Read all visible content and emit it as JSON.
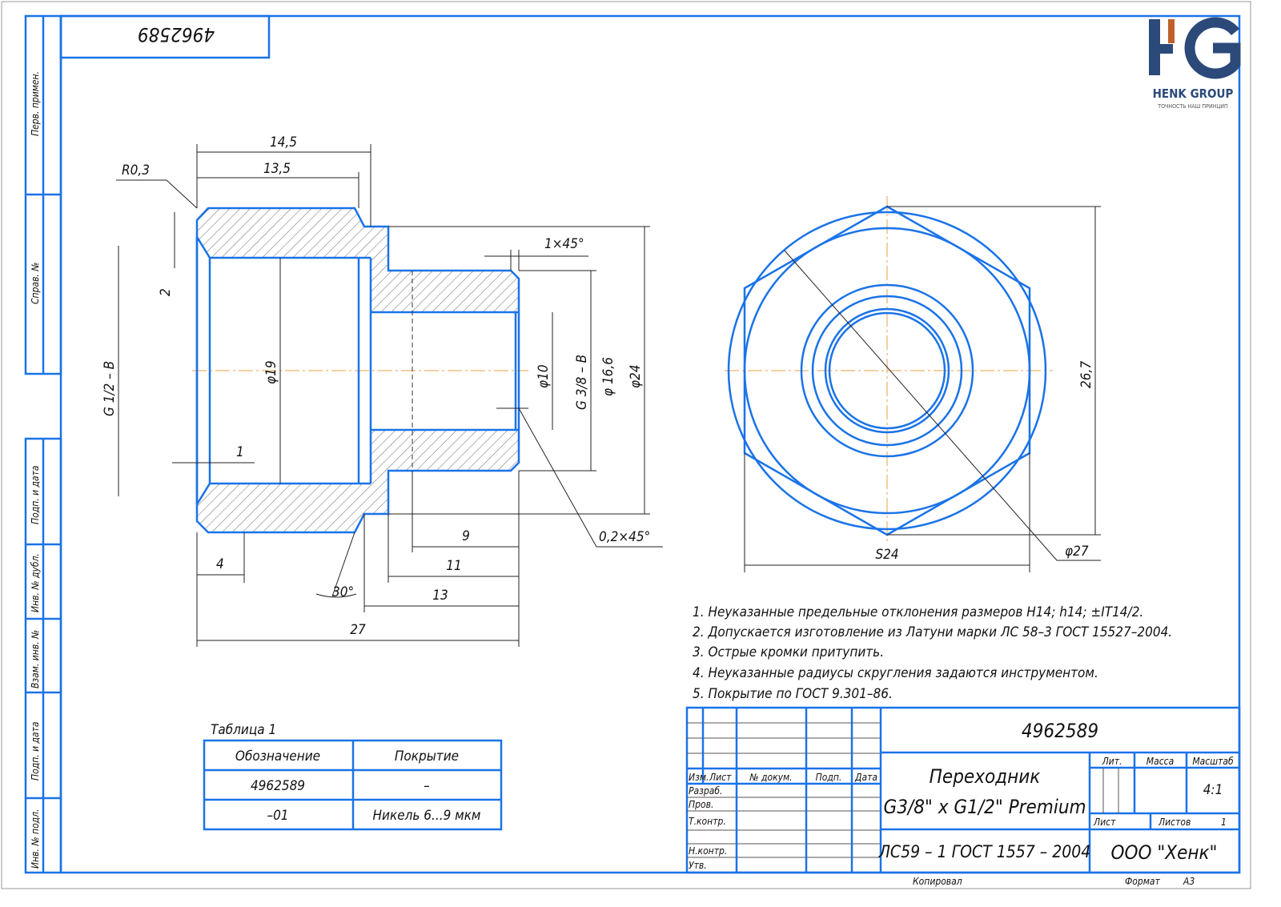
{
  "stamp_number": "4962589",
  "logo": {
    "brand": "HENK GROUP",
    "tagline": "ТОЧНОСТЬ НАШ ПРИНЦИП",
    "colors": {
      "dark": "#2b4a7a",
      "accent": "#c0612b"
    }
  },
  "side_strip": [
    "Перв. примен.",
    "Справ. №",
    "Подп. и дата",
    "Инв. № дубл.",
    "Взам. инв. №",
    "Подп. и дата",
    "Инв. № подл."
  ],
  "dimensions": {
    "d14_5": "14,5",
    "d13_5": "13,5",
    "r03": "R0,3",
    "d2": "2",
    "g12": "G 1/2 – B",
    "phi19": "φ19",
    "d1": "1",
    "d4": "4",
    "d27": "27",
    "d13": "13",
    "d11": "11",
    "d9": "9",
    "a30": "30°",
    "ch1": "1×45°",
    "ch02": "0,2×45°",
    "phi10": "φ10",
    "g38": "G 3/8 – B",
    "phi166": "φ 16,6",
    "phi24": "φ24",
    "d267": "26,7",
    "s24": "S24",
    "phi27": "φ27"
  },
  "notes": [
    "1. Неуказанные предельные отклонения размеров H14; h14; ±IT14/2.",
    "2. Допускается изготовление из Латуни марки ЛС 58–3 ГОСТ 15527–2004.",
    "3. Острые кромки притупить.",
    "4. Неуказанные радиусы скругления задаются инструментом.",
    "5. Покрытие по ГОСТ 9.301–86."
  ],
  "table": {
    "title": "Таблица 1",
    "headers": [
      "Обозначение",
      "Покрытие"
    ],
    "rows": [
      [
        "4962589",
        "–"
      ],
      [
        "–01",
        "Никель 6...9 мкм"
      ]
    ]
  },
  "title_block": {
    "designation": "4962589",
    "name_line1": "Переходник",
    "name_line2": "G3/8\" x G1/2\" Premium",
    "material": "ЛС59 – 1 ГОСТ 1557 – 2004",
    "company": "ООО \"Хенк\"",
    "col_headers": [
      "Изм.",
      "Лист",
      "№ докум.",
      "Подп.",
      "Дата"
    ],
    "roles": [
      "Разраб.",
      "Пров.",
      "Т.контр.",
      "Н.контр.",
      "Утв."
    ],
    "lit_label": "Лит.",
    "mass_label": "Масса",
    "scale_label": "Масштаб",
    "scale": "4:1",
    "sheet_label": "Лист",
    "sheets_label": "Листов",
    "sheets": "1"
  },
  "footer": {
    "copied": "Копировал",
    "format_label": "Формат",
    "format": "А3"
  }
}
